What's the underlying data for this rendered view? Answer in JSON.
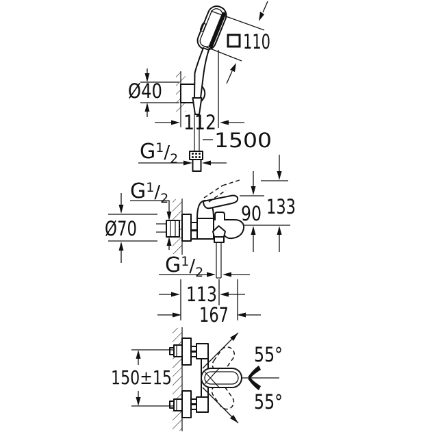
{
  "page": {
    "background": "#ffffff",
    "line_color": "#111111"
  },
  "views": {
    "hand_shower": {
      "label_head_square": "110",
      "label_holder_diameter": "Ø40",
      "label_holder_offset": "112",
      "label_hose_length": "1500"
    },
    "mixer_side": {
      "label_lever_height": "90",
      "label_total_height": "133",
      "label_rosette_diameter": "Ø70",
      "label_outlet_offset": "113",
      "label_spout_reach": "167"
    },
    "mixer_top": {
      "label_connection_spacing": "150±15",
      "label_swivel_top": "55°",
      "label_swivel_bottom": "55°"
    }
  },
  "thread_label": {
    "base": "G",
    "sup": "1",
    "slash": "/",
    "sub": "2"
  }
}
